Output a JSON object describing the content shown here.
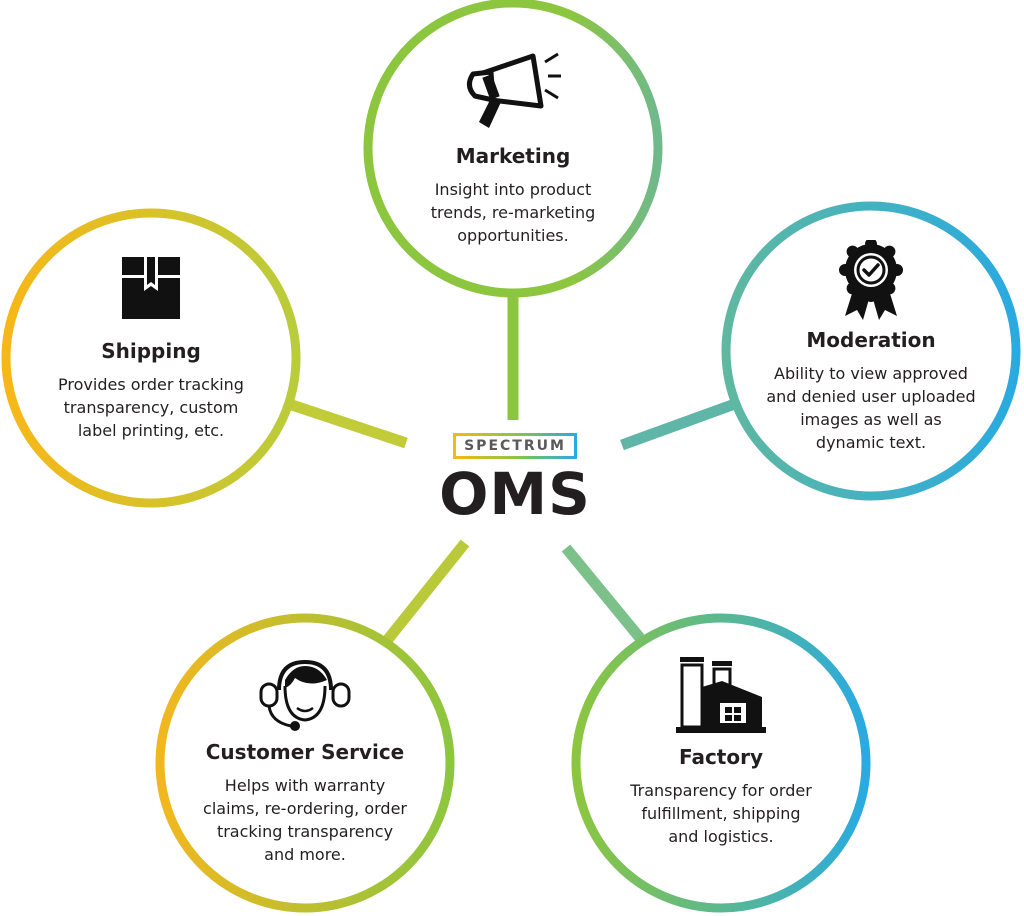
{
  "center": {
    "brand": "SPECTRUM",
    "product": "OMS"
  },
  "nodes": [
    {
      "id": "marketing",
      "icon": "megaphone-icon",
      "title": "Marketing",
      "lines": [
        "Insight into product",
        "trends, re-marketing",
        "opportunities."
      ]
    },
    {
      "id": "shipping",
      "icon": "box-icon",
      "title": "Shipping",
      "lines": [
        "Provides order tracking",
        "transparency, custom",
        "label printing, etc."
      ]
    },
    {
      "id": "moderation",
      "icon": "award-badge-icon",
      "title": "Moderation",
      "lines": [
        "Ability to view approved",
        "and denied user uploaded",
        "images as well as",
        "dynamic text."
      ]
    },
    {
      "id": "customer-service",
      "icon": "headset-person-icon",
      "title": "Customer Service",
      "lines": [
        "Helps with warranty",
        "claims, re-ordering, order",
        "tracking transparency",
        "and more."
      ]
    },
    {
      "id": "factory",
      "icon": "factory-icon",
      "title": "Factory",
      "lines": [
        "Transparency for order",
        "fulfillment, shipping",
        "and logistics."
      ]
    }
  ],
  "colors": {
    "yellow": "#f7b718",
    "green": "#8cc63f",
    "blue": "#29aae1",
    "text": "#231f20"
  }
}
